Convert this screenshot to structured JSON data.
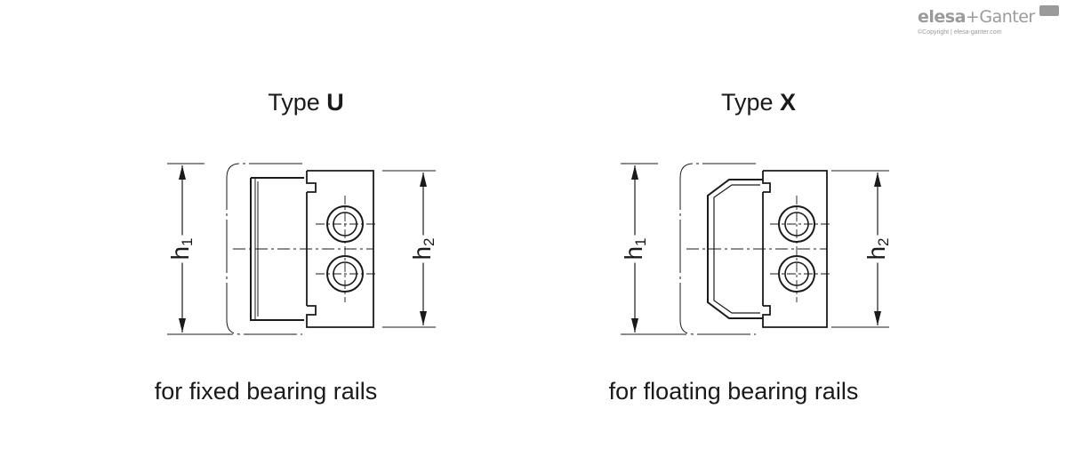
{
  "logo": {
    "brand_primary": "elesa",
    "plus": "+",
    "brand_secondary": "Ganter",
    "copyright": "©Copyright | elesa-ganter.com",
    "color": "#9a9a9a"
  },
  "panels": [
    {
      "title_prefix": "Type ",
      "title_letter": "U",
      "caption": "for fixed bearing rails",
      "dim_left": "h",
      "dim_left_sub": "1",
      "dim_right": "h",
      "dim_right_sub": "2"
    },
    {
      "title_prefix": "Type ",
      "title_letter": "X",
      "caption": "for floating bearing rails",
      "dim_left": "h",
      "dim_left_sub": "1",
      "dim_right": "h",
      "dim_right_sub": "2"
    }
  ]
}
